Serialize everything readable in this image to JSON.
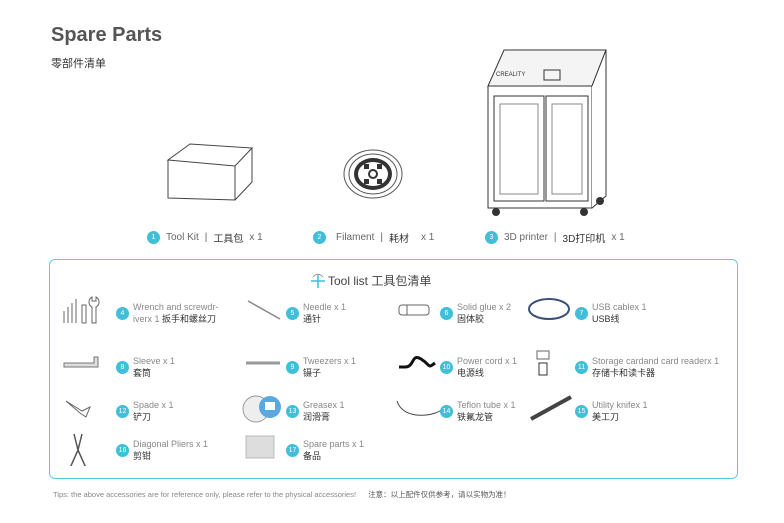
{
  "title": "Spare Parts",
  "subtitle": "零部件清单",
  "top_items": [
    {
      "num": "1",
      "en": "Tool Kit",
      "cn": "工具包",
      "qty": "x 1"
    },
    {
      "num": "2",
      "en": "Filament",
      "cn": "耗材",
      "qty": "x 1"
    },
    {
      "num": "3",
      "en": "3D printer",
      "cn": "3D打印机",
      "qty": "x 1"
    }
  ],
  "printer_brand": "CREALITY",
  "tool_list_title": "Tool list 工具包清单",
  "items": [
    {
      "num": "4",
      "en": "Wrench and screwdr-",
      "en2": "iverx 1",
      "cn": "扳手和螺丝刀",
      "icon": "wrench-screwdriver-icon"
    },
    {
      "num": "5",
      "en": "Needle  x 1",
      "cn": "通针",
      "icon": "needle-icon"
    },
    {
      "num": "6",
      "en": "Solid glue x 2",
      "cn": "固体胶",
      "icon": "glue-stick-icon"
    },
    {
      "num": "7",
      "en": "USB cablex 1",
      "cn": "USB线",
      "icon": "usb-cable-icon"
    },
    {
      "num": "8",
      "en": "Sleeve   x 1",
      "cn": "套筒",
      "icon": "sleeve-icon"
    },
    {
      "num": "9",
      "en": "Tweezers  x 1",
      "cn": "镊子",
      "icon": "tweezers-icon"
    },
    {
      "num": "10",
      "en": "Power cord  x 1",
      "cn": "电源线",
      "icon": "power-cord-icon"
    },
    {
      "num": "11",
      "en": "Storage cardand card readerx 1",
      "cn": "存储卡和读卡器",
      "icon": "card-reader-icon"
    },
    {
      "num": "12",
      "en": "Spade  x 1",
      "cn": "铲刀",
      "icon": "spade-icon"
    },
    {
      "num": "13",
      "en": "Greasex 1",
      "cn": "润滑膏",
      "icon": "grease-icon"
    },
    {
      "num": "14",
      "en": "Teflon tube  x 1",
      "cn": "铁氟龙管",
      "icon": "teflon-tube-icon"
    },
    {
      "num": "15",
      "en": "Utility knifex 1",
      "cn": "美工刀",
      "icon": "utility-knife-icon"
    },
    {
      "num": "16",
      "en": "Diagonal Pliers  x 1",
      "cn": "剪钳",
      "icon": "pliers-icon"
    },
    {
      "num": "17",
      "en": "Spare parts  x 1",
      "cn": "备品",
      "icon": "spare-parts-icon"
    }
  ],
  "tips_en": "Tips: the above accessories are for reference only, please refer to the physical accessories!",
  "tips_cn": "注意：以上配件仅供参考，请以实物为准！"
}
